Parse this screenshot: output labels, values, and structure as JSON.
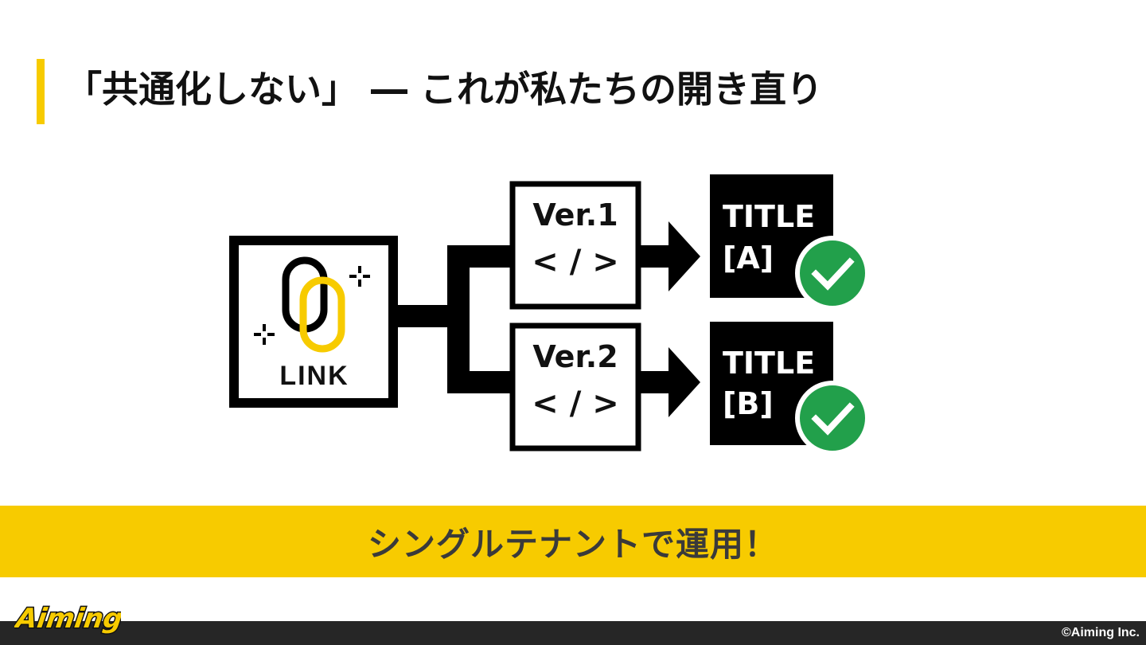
{
  "slide": {
    "title": "「共通化しない」 ― これが私たちの開き直り"
  },
  "diagram": {
    "source": {
      "label": "LINK"
    },
    "versions": [
      {
        "label": "Ver.1",
        "code": "< / >"
      },
      {
        "label": "Ver.2",
        "code": "< / >"
      }
    ],
    "titles": [
      {
        "line1": "TITLE",
        "line2": "[A]"
      },
      {
        "line1": "TITLE",
        "line2": "[B]"
      }
    ],
    "check_icon": "check-circle-icon",
    "colors": {
      "accent": "#f7cb00",
      "check": "#22a04b",
      "ink": "#000000"
    }
  },
  "banner": {
    "text": "シングルテナントで運用！"
  },
  "footer": {
    "logo": "Aiming",
    "copyright": "©Aiming Inc."
  }
}
